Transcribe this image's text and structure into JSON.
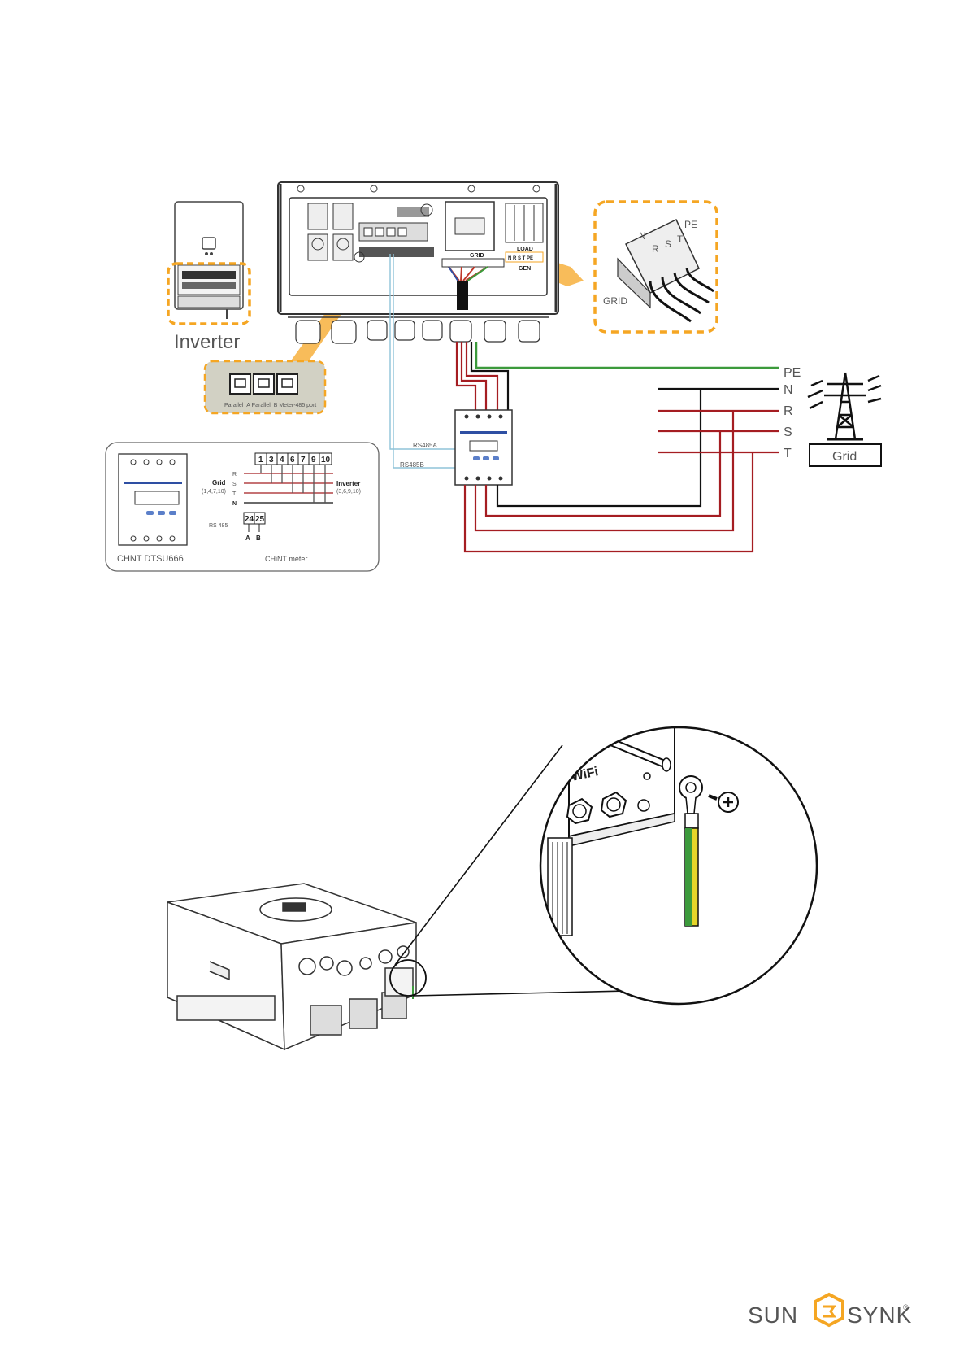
{
  "diagram1": {
    "inverter_label": "Inverter",
    "port_labels": "Parallel_A Parallel_B Meter-485 port",
    "terminal_load": "LOAD",
    "terminal_grid": "GRID",
    "terminal_gen": "GEN",
    "terminal_row": "N  R  S  T  PE",
    "breaker_labels": {
      "n": "N",
      "r": "R",
      "s": "S",
      "t": "T",
      "pe": "PE"
    },
    "breaker_grid": "GRID",
    "rs485a": "RS485A",
    "rs485b": "RS485B",
    "lines": {
      "pe": "PE",
      "n": "N",
      "r": "R",
      "s": "S",
      "t": "T"
    },
    "grid_box": "Grid",
    "meter_panel": {
      "model": "CHNT  DTSU666",
      "caption": "CHiNT meter",
      "terminals": [
        "1",
        "3",
        "4",
        "6",
        "7",
        "9",
        "10"
      ],
      "rs485_terminals": [
        "24",
        "25"
      ],
      "rs485_ab": [
        "A",
        "B"
      ],
      "rs485_label": "RS 485",
      "grid_label": "Grid",
      "grid_sub": "(1,4,7,10)",
      "inverter_label": "Inverter",
      "inverter_sub": "(3,6,9,10)",
      "phase_labels": [
        "R",
        "S",
        "T",
        "N"
      ]
    }
  },
  "diagram2": {
    "wifi_label": "WiFi"
  },
  "footer": {
    "brand_left": "SUN",
    "brand_right": "SYNK",
    "registered": "®"
  },
  "colors": {
    "accent_orange": "#f5a623",
    "phase_red": "#a51d22",
    "earth_green": "#3c9a3c",
    "neutral_black": "#111111",
    "rs485_blue": "#8fc3d8"
  }
}
